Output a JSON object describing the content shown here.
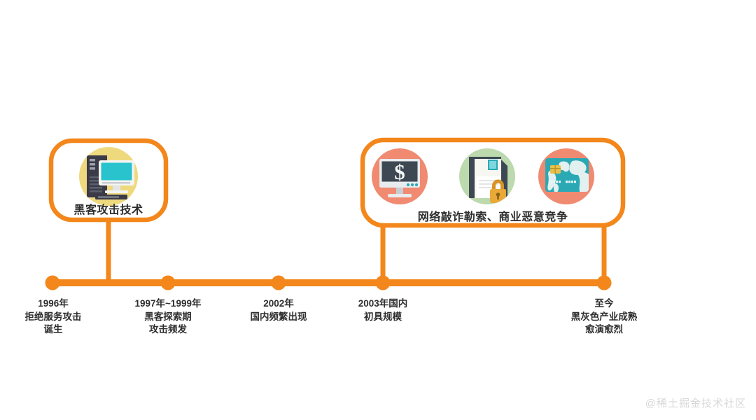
{
  "theme": {
    "accent": "#F3871B",
    "text": "#2E2E2E",
    "background": "#FFFFFF",
    "watermark_color": "#D8D8D8"
  },
  "cards": [
    {
      "id": "hacking-tech",
      "title": "黑客攻击技术",
      "icons": [
        {
          "name": "desktop-computer-icon",
          "circle_color": "#EFD97F",
          "monitor_color": "#29C3CE",
          "tower_color": "#3A3A48"
        }
      ]
    },
    {
      "id": "cyber-extortion",
      "title": "网络敲诈勒索、商业恶意竞争",
      "icons": [
        {
          "name": "money-monitor-icon",
          "circle_color": "#F08A71",
          "screen_color": "#3D4853",
          "symbol": "$"
        },
        {
          "name": "locked-floppy-disk-icon",
          "circle_color": "#BDD9AE",
          "disk_color": "#F7F7F2",
          "lock_color": "#E9A938"
        },
        {
          "name": "world-credit-card-icon",
          "circle_color": "#F08A71",
          "card_color": "#2AA9B5",
          "chip_color": "#E9C04A"
        }
      ]
    }
  ],
  "timeline": {
    "milestones": [
      {
        "id": "1996",
        "lines": [
          "1996年",
          "拒绝服务攻击",
          "诞生"
        ]
      },
      {
        "id": "1997-1999",
        "lines": [
          "1997年~1999年",
          "黑客探索期",
          "攻击频发"
        ]
      },
      {
        "id": "2002",
        "lines": [
          "2002年",
          "国内频繁出现"
        ]
      },
      {
        "id": "2003",
        "lines": [
          "2003年国内",
          "初具规模"
        ]
      },
      {
        "id": "present",
        "lines": [
          "至今",
          "黑灰色产业成熟",
          "愈演愈烈"
        ]
      }
    ]
  },
  "watermark": {
    "text": "@稀土掘金技术社区"
  }
}
